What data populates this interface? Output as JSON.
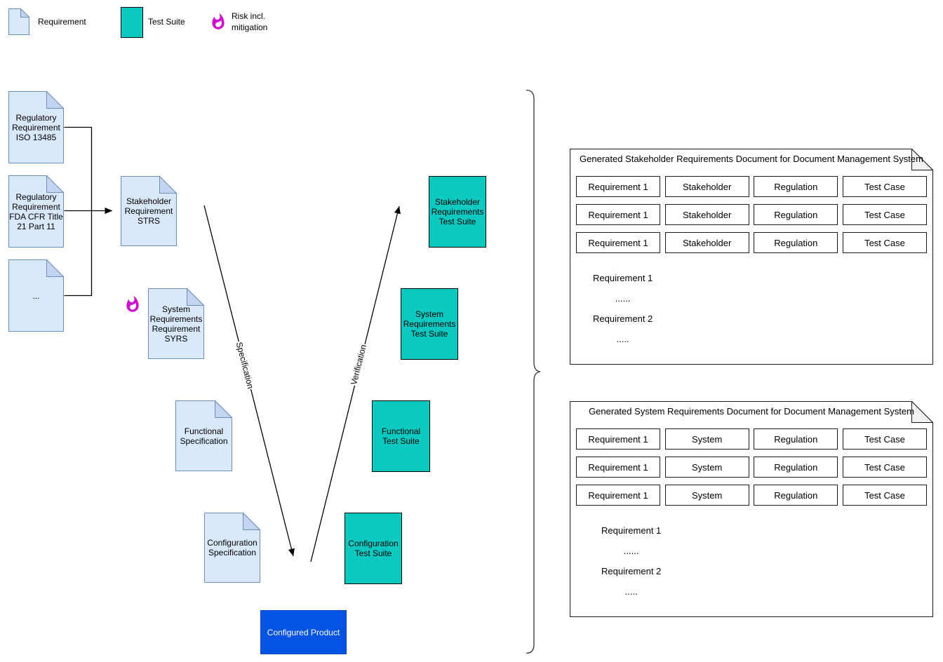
{
  "colors": {
    "doc_fill": "#dae8fc",
    "doc_stroke": "#6c8ebf",
    "doc_fold": "#c2d4ef",
    "suite_fill": "#0ac9c1",
    "flame": "#cb13cd",
    "product_fill": "#0553e3",
    "product_stroke": "#0a46c2",
    "product_text": "#ffffff",
    "line": "#000000",
    "panel_fill": "#ffffff",
    "panel_stroke": "#1a1a1a",
    "panel_fold": "#f2f2f2"
  },
  "legend": {
    "requirement": "Requirement",
    "requirement_icon": "document-icon",
    "test_suite": "Test Suite",
    "test_suite_icon": "teal-square-swatch",
    "risk": "Risk incl.\nmitigation",
    "risk_icon": "flame-icon"
  },
  "nodes": {
    "iso": "Regulatory\nRequirement\nISO 13485",
    "fda": "Regulatory\nRequirement\nFDA CFR Title\n21 Part 11",
    "more": "...",
    "strs": "Stakeholder\nRequirement\nSTRS",
    "syrs": "System\nRequirements\nRequirement\nSYRS",
    "functional_spec": "Functional\nSpecification",
    "configuration_spec": "Configuration\nSpecification"
  },
  "suites": {
    "stakeholder": "Stakeholder\nRequirements\nTest Suite",
    "system": "System\nRequirements\nTest Suite",
    "functional": "Functional\nTest Suite",
    "configuration": "Configuration\nTest Suite"
  },
  "product": {
    "label": "Configured Product"
  },
  "edges": {
    "down_label": "Specification",
    "up_label": "Verification"
  },
  "panels": [
    {
      "title": "Generated Stakeholder Requirements Document for Document Management System",
      "rows": [
        [
          "Requirement 1",
          "Stakeholder",
          "Regulation",
          "Test Case"
        ],
        [
          "Requirement 1",
          "Stakeholder",
          "Regulation",
          "Test Case"
        ],
        [
          "Requirement 1",
          "Stakeholder",
          "Regulation",
          "Test Case"
        ]
      ],
      "body_lines": [
        "Requirement 1",
        "......",
        "Requirement 2",
        "....."
      ]
    },
    {
      "title": "Generated System Requirements Document for Document Management System",
      "rows": [
        [
          "Requirement 1",
          "System",
          "Regulation",
          "Test Case"
        ],
        [
          "Requirement 1",
          "System",
          "Regulation",
          "Test Case"
        ],
        [
          "Requirement 1",
          "System",
          "Regulation",
          "Test Case"
        ]
      ],
      "body_lines": [
        "Requirement 1",
        "......",
        "Requirement 2",
        "....."
      ]
    }
  ]
}
